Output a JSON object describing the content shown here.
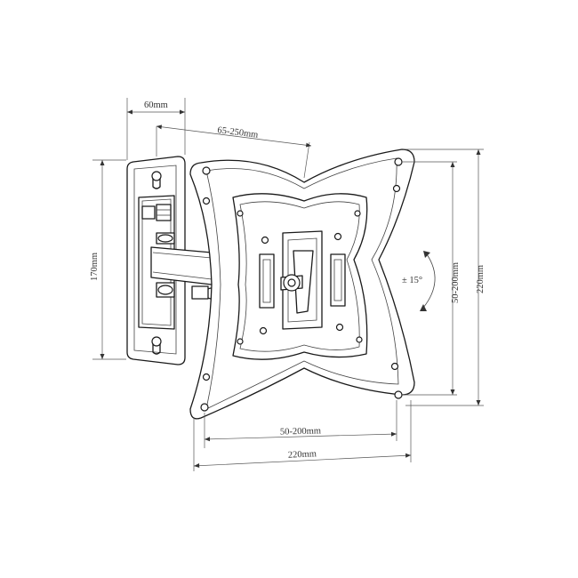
{
  "dimensions": {
    "wall_plate_width": "60mm",
    "arm_extension": "65-250mm",
    "wall_plate_height": "170mm",
    "tilt": "± 15°",
    "vesa_vertical": "50-200mm",
    "plate_height": "220mm",
    "vesa_horizontal": "50-200mm",
    "plate_width": "220mm"
  }
}
